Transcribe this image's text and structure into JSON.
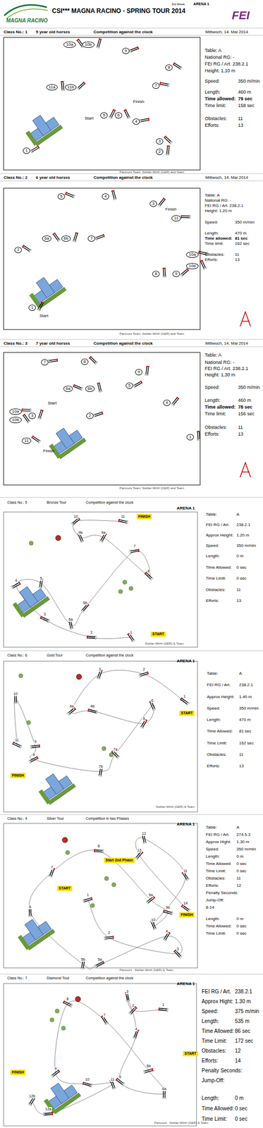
{
  "diagram": {
    "title": "CSI*** MAGNA RACINO - SPRING TOUR 2014",
    "nodes": [
      {
        "text": [
          "10a"
        ]
      },
      {
        "text": [
          "10b"
        ]
      },
      {
        "text": [
          "9"
        ]
      },
      {
        "text": [
          "8"
        ]
      },
      {
        "text": [
          "11a"
        ]
      },
      {
        "text": [
          "11b"
        ]
      },
      {
        "text": [
          "7"
        ]
      },
      {
        "text": [
          "6"
        ]
      },
      {
        "text": [
          "5"
        ]
      },
      {
        "text": [
          "4"
        ]
      },
      {
        "text": [
          "3"
        ]
      },
      {
        "text": [
          "2"
        ]
      },
      {
        "text": [
          "1"
        ]
      },
      {
        "text": [
          "5"
        ]
      },
      {
        "text": [
          "4"
        ]
      },
      {
        "text": [
          "3"
        ]
      },
      {
        "text": [
          "11"
        ]
      },
      {
        "text": [
          "6a"
        ]
      },
      {
        "text": [
          "6b"
        ]
      },
      {
        "text": [
          "7"
        ]
      },
      {
        "text": [
          "2"
        ]
      },
      {
        "text": [
          "8"
        ]
      },
      {
        "text": [
          "9"
        ]
      },
      {
        "text": [
          "10a"
        ]
      },
      {
        "text": [
          "10b"
        ]
      },
      {
        "text": [
          "1"
        ]
      },
      {
        "text": [
          "7"
        ]
      },
      {
        "text": [
          "8"
        ]
      },
      {
        "text": [
          "9"
        ]
      },
      {
        "text": [
          "5"
        ]
      },
      {
        "text": [
          "6a"
        ]
      },
      {
        "text": [
          "6b"
        ]
      },
      {
        "text": [
          "4"
        ]
      },
      {
        "text": [
          "10a"
        ]
      },
      {
        "text": [
          "10b"
        ]
      },
      {
        "text": [
          "3"
        ]
      },
      {
        "text": [
          "2"
        ]
      },
      {
        "text": [
          "11"
        ]
      },
      {
        "text": [
          "1"
        ]
      }
    ],
    "labels": [
      "MAGNA RACINO",
      "CSI*** MAGNA RACINO - SPRING TOUR 2014",
      "3rd Week",
      "ARENA 1",
      "FEI",
      "Class No.: 1",
      "5 year old horses",
      "Competition against the clock",
      "Mittwoch, 14. Mai 2014",
      "Table: A",
      "National RG: -",
      "FEI RG / Art. 238.2.1",
      "Height: 1,10 m",
      "Speed:",
      "350 m/min",
      "Length:",
      "460 m",
      "Time allowed:",
      "79 sec",
      "Time limit:",
      "158 sec",
      "Obstacles:",
      "11",
      "Efforts:",
      "13",
      "Start",
      "Finish",
      "Parcours Team: Stellan Wirth (GER) and Team",
      "Class No.: 2",
      "6 year old horses",
      "Competition against the clock",
      "Mittwoch, 14. Mai 2014",
      "Table: A",
      "National RG: -",
      "FEI RG / Art. 238.2.1",
      "Height: 1,20 m",
      "Speed:",
      "350 m/min",
      "Length:",
      "470 m",
      "Time allowed:",
      "81 sec",
      "Time limit:",
      "162 sec",
      "Obstacles:",
      "11",
      "Efforts:",
      "13",
      "Finish",
      "Start",
      "Parcours Team: Stellan Wirth (GER) and Team",
      "Class No.: 3",
      "7 year old horses",
      "Competition against the clock",
      "Mittwoch, 14. Mai 2014",
      "Table: A",
      "National RG: -",
      "FEI RG / Art. 238.2.1",
      "Height: 1,30 m",
      "Speed:",
      "350 m/min",
      "Length:",
      "460 m",
      "Time allowed:",
      "78 sec",
      "Time limit:",
      "156 sec",
      "Obstacles:",
      "11",
      "Efforts:",
      "13",
      "Start",
      "Finish",
      "Parcours Team: Stellan Wirth (GER) and Team",
      "Class No.: 5",
      "Bronze Tour",
      "Competition against the clock",
      "ARENA 1",
      "Table:",
      "A",
      "FEI RG / Art.",
      "238.2.1",
      "Approx Height:",
      "1.20 m",
      "Speed:",
      "350 m/min",
      "Length:",
      "0 m",
      "Time Allowed:",
      "0 sec",
      "Time Limit:",
      "0 sec",
      "Obstacles:",
      "11",
      "Efforts:",
      "13",
      "10",
      "11",
      "FINISH",
      "9b",
      "9a",
      "7",
      "8",
      "5",
      "4",
      "3",
      "6a",
      "6b",
      "2",
      "1",
      "START",
      "Stellan Wirth (GER) & Team",
      "Class No.: 6",
      "Gold Tour",
      "Competition against the clock",
      "ARENA 1",
      "Table:",
      "A",
      "FEI RG / Art.",
      "238.2.1",
      "Approx Height:",
      "1.40 m",
      "Speed:",
      "350 m/min",
      "Length:",
      "470 m",
      "Time Allowed:",
      "81 sec",
      "Time Limit:",
      "162 sec",
      "Obstacles:",
      "11",
      "Efforts:",
      "13",
      "3",
      "2",
      "1",
      "START",
      "10",
      "4a",
      "4b",
      "6",
      "5",
      "9",
      "7a",
      "7b",
      "8",
      "11",
      "FINISH",
      "Stellan Wirth (GER) & Team",
      "Class No.: 4",
      "Silver Tour",
      "Competition in two Phases",
      "ARENA 1",
      "Table:",
      "A",
      "FEI RG / Art.",
      "274.5.3",
      "Approx Hight:",
      "1.30 m",
      "Speed:",
      "350 m/min",
      "Length:",
      "0 m",
      "Time Allowed:",
      "0 sec",
      "Time Limit:",
      "0 sec",
      "Obstacles:",
      "11",
      "Efforts:",
      "12",
      "Penalty Seconds:",
      "Jump-Off:",
      "8-14",
      "Length:",
      "0 m",
      "Time Allowed:",
      "0 sec",
      "Time Limit:",
      "0 sec",
      "12",
      "13",
      "8",
      "Start 2nd Phase",
      "11",
      "7",
      "START",
      "1",
      "14",
      "FINISH",
      "6",
      "9a",
      "9b",
      "10",
      "4",
      "2",
      "3",
      "5b",
      "5a",
      "Parcours : Stellan Wirth (GER) & Team",
      "Class No.: 7",
      "Diamond Tour",
      "Competition against the clock",
      "ARENA 1",
      "FEI RG / Art.",
      "238.2.1",
      "Approx Hight:",
      "1.30 m",
      "Speed:",
      "375 m/min",
      "Length:",
      "535 m",
      "Time Allowed:",
      "86 sec",
      "Time Limit:",
      "172 sec",
      "Obstacles:",
      "12",
      "Efforts:",
      "14",
      "Penalty Seconds:",
      "Jump-Off:",
      "Length:",
      "0 m",
      "Time Allowed:",
      "0 sec",
      "Time Limit:",
      "0 sec",
      "8",
      "3",
      "2",
      "1",
      "7",
      "4",
      "6b",
      "5",
      "6a",
      "START",
      "9",
      "10",
      "11",
      "FINISH",
      "12b",
      "12a",
      "Parcours : Stellan Wirth (GER) & Team"
    ]
  }
}
